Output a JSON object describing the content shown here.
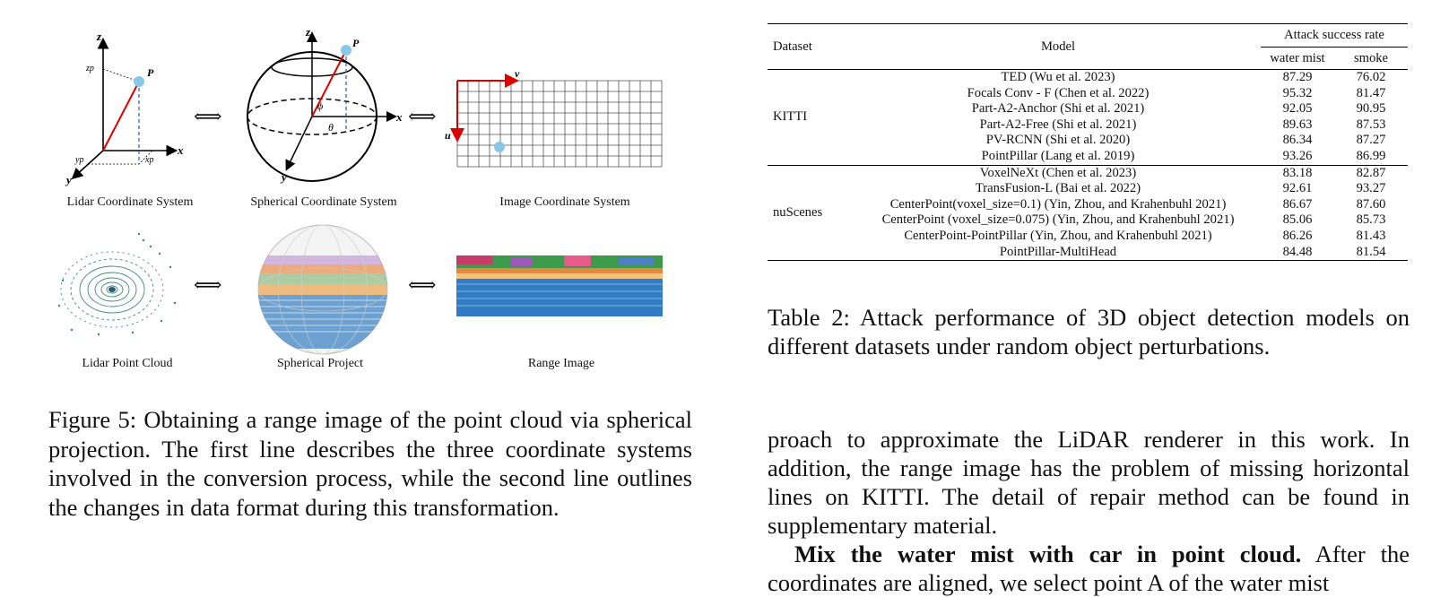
{
  "figure": {
    "panels_top": [
      {
        "label": "Lidar Coordinate System"
      },
      {
        "label": "Spherical Coordinate System"
      },
      {
        "label": "Image Coordinate System"
      }
    ],
    "panels_bottom": [
      {
        "label": "Lidar Point Cloud"
      },
      {
        "label": "Spherical Project"
      },
      {
        "label": "Range Image"
      }
    ],
    "axis_letters": {
      "z": "z",
      "x": "x",
      "y": "y",
      "P": "P",
      "zp": "zp",
      "yp": "yp",
      "xp": "xp",
      "phi": "ϕ",
      "theta": "θ",
      "u": "u",
      "v": "v"
    },
    "arrow_symbol": "⟺",
    "caption": "Figure 5: Obtaining a range image of the point cloud via spherical projection. The first line describes the three coordinate systems involved in the conversion process, while the second line outlines the changes in data format during this transformation."
  },
  "table": {
    "headers": {
      "dataset": "Dataset",
      "model": "Model",
      "group": "Attack success rate",
      "col1": "water mist",
      "col2": "smoke"
    },
    "groups": [
      {
        "dataset": "KITTI",
        "rows": [
          {
            "model": "TED  (Wu et al. 2023)",
            "water_mist": "87.29",
            "smoke": "76.02"
          },
          {
            "model": "Focals Conv - F  (Chen et al. 2022)",
            "water_mist": "95.32",
            "smoke": "81.47"
          },
          {
            "model": "Part-A2-Anchor  (Shi et al. 2021)",
            "water_mist": "92.05",
            "smoke": "90.95"
          },
          {
            "model": "Part-A2-Free  (Shi et al. 2021)",
            "water_mist": "89.63",
            "smoke": "87.53"
          },
          {
            "model": "PV-RCNN  (Shi et al. 2020)",
            "water_mist": "86.34",
            "smoke": "87.27"
          },
          {
            "model": "PointPillar  (Lang et al. 2019)",
            "water_mist": "93.26",
            "smoke": "86.99"
          }
        ]
      },
      {
        "dataset": "nuScenes",
        "rows": [
          {
            "model": "VoxelNeXt  (Chen et al. 2023)",
            "water_mist": "83.18",
            "smoke": "82.87"
          },
          {
            "model": "TransFusion-L  (Bai et al. 2022)",
            "water_mist": "92.61",
            "smoke": "93.27"
          },
          {
            "model": "CenterPoint(voxel_size=0.1)  (Yin, Zhou, and Krahenbuhl 2021)",
            "water_mist": "86.67",
            "smoke": "87.60"
          },
          {
            "model": "CenterPoint (voxel_size=0.075)  (Yin, Zhou, and Krahenbuhl 2021)",
            "water_mist": "85.06",
            "smoke": "85.73"
          },
          {
            "model": "CenterPoint-PointPillar  (Yin, Zhou, and Krahenbuhl 2021)",
            "water_mist": "86.26",
            "smoke": "81.43"
          },
          {
            "model": "PointPillar-MultiHead",
            "water_mist": "84.48",
            "smoke": "81.54"
          }
        ]
      }
    ],
    "caption": "Table 2: Attack performance of 3D object detection models on different datasets under random object perturbations."
  },
  "body": {
    "para1": "proach to approximate the LiDAR renderer in this work. In addition, the range image has the problem of missing horizontal lines on KITTI. The detail of repair method can be found in supplementary material.",
    "para2_bold": "Mix the water mist with car in point cloud.",
    "para2_rest": " After the coordinates are aligned, we select point A of the water mist"
  }
}
